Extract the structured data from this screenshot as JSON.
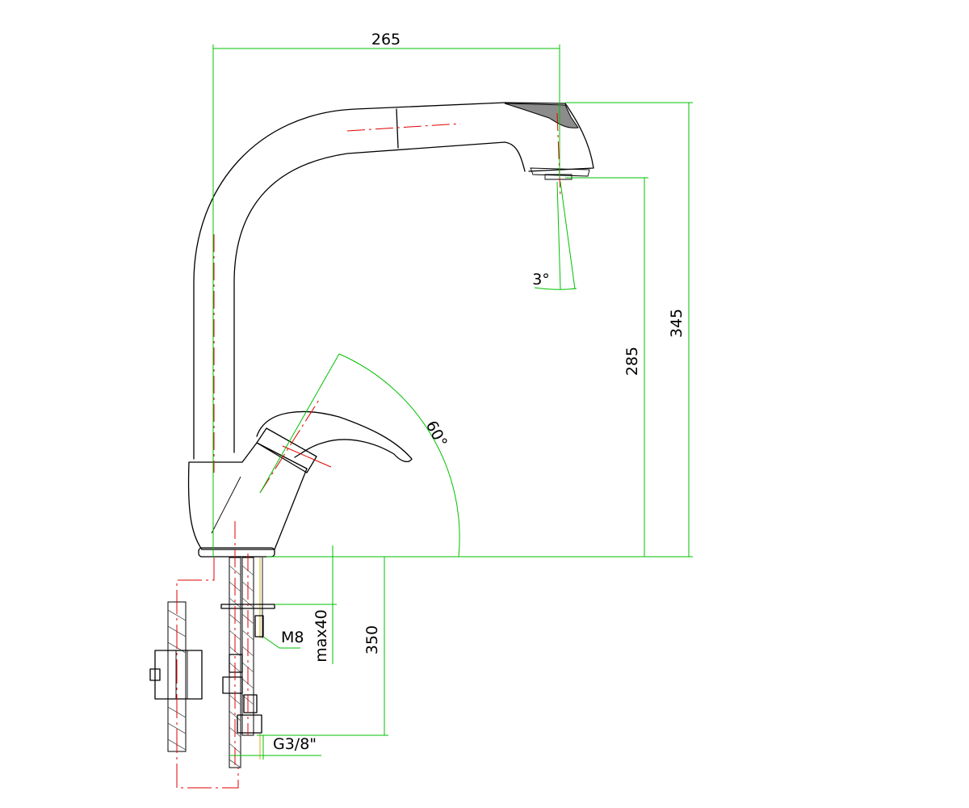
{
  "dimensions": {
    "width_total": "265",
    "height_total": "345",
    "height_spout": "285",
    "hose_length": "350",
    "stud_length": "max40",
    "stud_thread": "M8",
    "hose_connection": "G3/8\"",
    "handle_angle": "60°",
    "spout_tilt": "3°"
  },
  "colors": {
    "outline": "#000000",
    "dimension": "#00c000",
    "centerline": "#e00000",
    "fill": "#8c8c8c"
  }
}
